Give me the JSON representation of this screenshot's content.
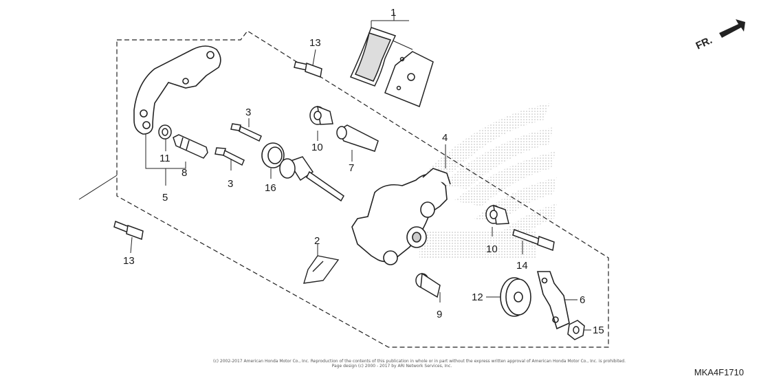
{
  "fr_label": "FR.",
  "callouts": {
    "c1": "1",
    "c2": "2",
    "c3a": "3",
    "c3b": "3",
    "c4": "4",
    "c5": "5",
    "c6": "6",
    "c7": "7",
    "c8": "8",
    "c9": "9",
    "c10a": "10",
    "c10b": "10",
    "c11": "11",
    "c12": "12",
    "c13a": "13",
    "c13b": "13",
    "c14": "14",
    "c15": "15",
    "c16": "16"
  },
  "copyright_line1": "(c) 2002-2017 American Honda Motor Co., Inc. Reproduction of the contents of this publication in whole or in part without the express written approval of American Honda Motor Co., Inc. is prohibited.",
  "copyright_line2": "Page design (c) 2000 - 2017 by ARI Network Services, Inc.",
  "diagram_code": "MKA4F1710"
}
